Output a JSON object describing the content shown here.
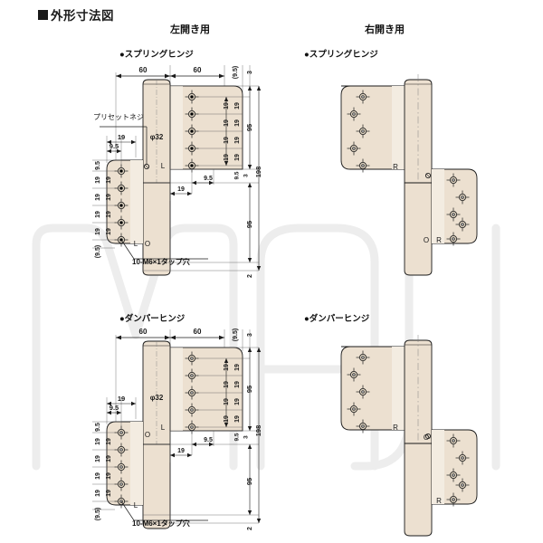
{
  "page": {
    "title": "外形寸法図",
    "title_marker": "■",
    "watermark": "MAJI",
    "bg_color": "#ffffff",
    "plate_fill": "#ece0d0",
    "plate_fill_light": "#f2ebdf",
    "line_color": "#1a1a1a",
    "dim_color": "#1a1a1a",
    "watermark_color": "#eeeeee"
  },
  "columns": [
    {
      "key": "left",
      "label": "左開き用"
    },
    {
      "key": "right",
      "label": "右開き用"
    }
  ],
  "sections": [
    {
      "key": "spring",
      "label": "●スプリングヒンジ",
      "hand_label": "L",
      "mirror_hand_label": "R",
      "pivot_label": "O",
      "callouts": [
        {
          "name": "preset-screw",
          "text": "プリセットネジ"
        },
        {
          "name": "tap-hole",
          "text": "10-M6×1タップ穴"
        }
      ]
    },
    {
      "key": "damper",
      "label": "●ダンパーヒンジ",
      "hand_label": "L",
      "mirror_hand_label": "R",
      "pivot_label": "O",
      "callouts": [
        {
          "name": "tap-hole",
          "text": "10-M6×1タップ穴"
        }
      ]
    }
  ],
  "dimensions": {
    "top_left_60": "60",
    "top_right_60": "60",
    "top_9_5": "(9.5)",
    "top_3": "3",
    "barrel_dia": "φ32",
    "upper_pitch": [
      "19",
      "19",
      "19",
      "19"
    ],
    "upper_pitch_outer": [
      "19",
      "19",
      "19",
      "19"
    ],
    "upper_height_95": "95",
    "overall_198": "198",
    "mid_9_5": "9.5",
    "mid_3": "3",
    "lower_height_95": "95",
    "bottom_2": "2",
    "left_top_9_5": "9.5",
    "left_pitch": [
      "19",
      "19",
      "19",
      "19"
    ],
    "left_pitch_outer": [
      "19",
      "19",
      "19",
      "19"
    ],
    "left_bottom_9_5": "(9.5)",
    "left_edge_19": "19",
    "left_edge_9_5": "9.5",
    "inner_19": "19",
    "inner_9_5": "9.5"
  },
  "markers": {
    "hand_left": "L",
    "hand_right": "R",
    "pivot": "O"
  }
}
